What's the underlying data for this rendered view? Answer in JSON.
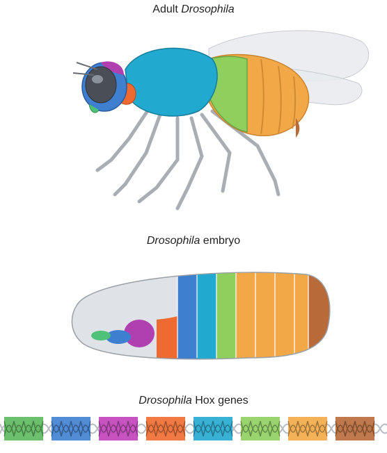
{
  "labels": {
    "adult": {
      "italic": "Drosophila",
      "prefix": "Adult ",
      "suffix": ""
    },
    "embryo": {
      "italic": "Drosophila",
      "prefix": "",
      "suffix": " embryo"
    },
    "hox": {
      "italic": "Drosophila",
      "prefix": "",
      "suffix": " Hox genes"
    }
  },
  "hox_genes": [
    {
      "icon": "hox-gene-1",
      "color": "#5cb85c"
    },
    {
      "icon": "hox-gene-2",
      "color": "#3f7fd0"
    },
    {
      "icon": "hox-gene-3",
      "color": "#c040b8"
    },
    {
      "icon": "hox-gene-4",
      "color": "#ee6a30"
    },
    {
      "icon": "hox-gene-5",
      "color": "#22a9cf"
    },
    {
      "icon": "hox-gene-6",
      "color": "#8fcf5e"
    },
    {
      "icon": "hox-gene-7",
      "color": "#f2a846"
    },
    {
      "icon": "hox-gene-8",
      "color": "#b86a38"
    }
  ],
  "segment_colors": {
    "head": "#3f7fd0",
    "head_cap": "#b040b0",
    "prothorax": "#ee6a30",
    "thorax": "#22a9cf",
    "abdomen_front": "#8fcf5e",
    "abdomen": "#f2a846",
    "tail": "#b86a38",
    "mouth": "#4fc27a"
  }
}
